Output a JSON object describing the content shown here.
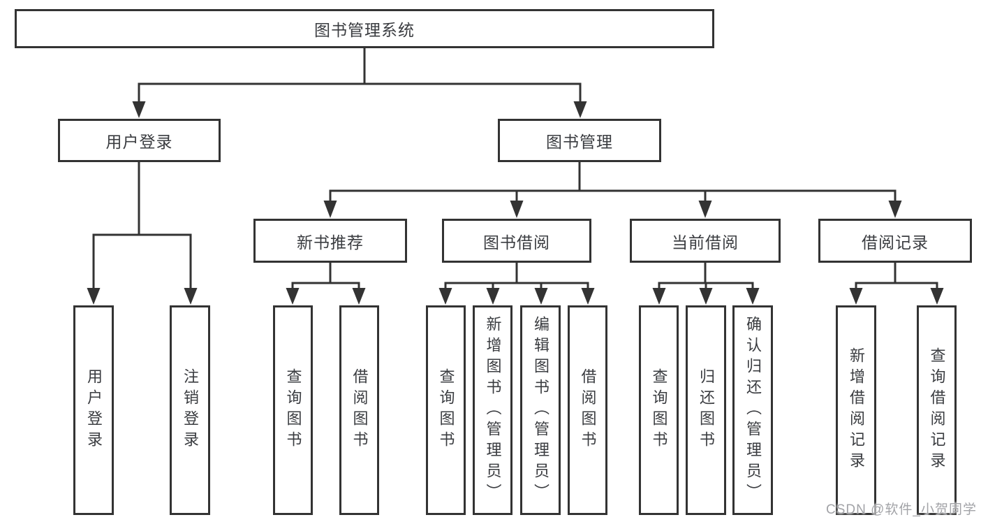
{
  "diagram": {
    "nodes": {
      "root": "图书管理系统",
      "user_login": "用户登录",
      "book_mgmt": "图书管理",
      "new_books": "新书推荐",
      "book_borrow": "图书借阅",
      "current_borrow": "当前借阅",
      "borrow_records": "借阅记录"
    },
    "leaves": {
      "user_login": [
        "用户登录",
        "注销登录"
      ],
      "new_books": [
        "查询图书",
        "借阅图书"
      ],
      "book_borrow": [
        "查询图书",
        "新增图书（管理员）",
        "编辑图书（管理员）",
        "借阅图书"
      ],
      "current_borrow": [
        "查询图书",
        "归还图书",
        "确认归还（管理员）"
      ],
      "borrow_records": [
        "新增借阅记录",
        "查询借阅记录"
      ]
    },
    "watermark": "CSDN @软件_小贺同学",
    "colors": {
      "line": "#333333",
      "text": "#3a3c40",
      "box_background": "#ffffff",
      "page_background": "#ffffff",
      "watermark": "#a2a3a7"
    }
  }
}
